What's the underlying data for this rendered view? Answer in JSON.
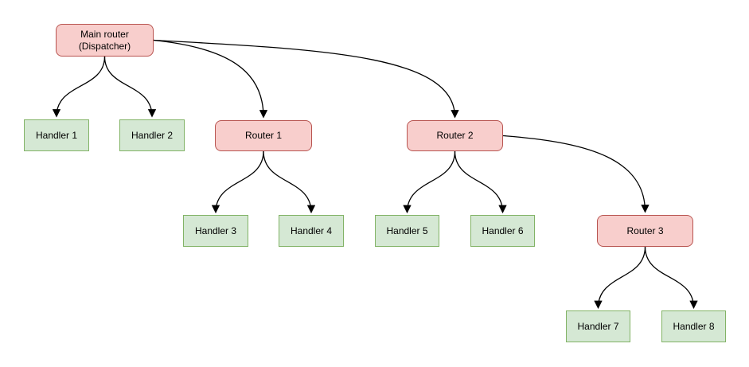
{
  "diagram": {
    "nodes": {
      "main_router": {
        "label": "Main router\n(Dispatcher)",
        "type": "router"
      },
      "handler1": {
        "label": "Handler 1",
        "type": "handler"
      },
      "handler2": {
        "label": "Handler 2",
        "type": "handler"
      },
      "router1": {
        "label": "Router 1",
        "type": "router"
      },
      "router2": {
        "label": "Router 2",
        "type": "router"
      },
      "handler3": {
        "label": "Handler 3",
        "type": "handler"
      },
      "handler4": {
        "label": "Handler 4",
        "type": "handler"
      },
      "handler5": {
        "label": "Handler 5",
        "type": "handler"
      },
      "handler6": {
        "label": "Handler 6",
        "type": "handler"
      },
      "router3": {
        "label": "Router 3",
        "type": "router"
      },
      "handler7": {
        "label": "Handler 7",
        "type": "handler"
      },
      "handler8": {
        "label": "Handler 8",
        "type": "handler"
      }
    },
    "edges": [
      {
        "from": "main_router",
        "to": "handler1"
      },
      {
        "from": "main_router",
        "to": "handler2"
      },
      {
        "from": "main_router",
        "to": "router1"
      },
      {
        "from": "main_router",
        "to": "router2"
      },
      {
        "from": "router1",
        "to": "handler3"
      },
      {
        "from": "router1",
        "to": "handler4"
      },
      {
        "from": "router2",
        "to": "handler5"
      },
      {
        "from": "router2",
        "to": "handler6"
      },
      {
        "from": "router2",
        "to": "router3"
      },
      {
        "from": "router3",
        "to": "handler7"
      },
      {
        "from": "router3",
        "to": "handler8"
      }
    ],
    "colors": {
      "router_fill": "#F8CECC",
      "router_border": "#B85450",
      "handler_fill": "#D5E8D4",
      "handler_border": "#82B366",
      "edge": "#000000",
      "background": "#FFFFFF"
    }
  }
}
